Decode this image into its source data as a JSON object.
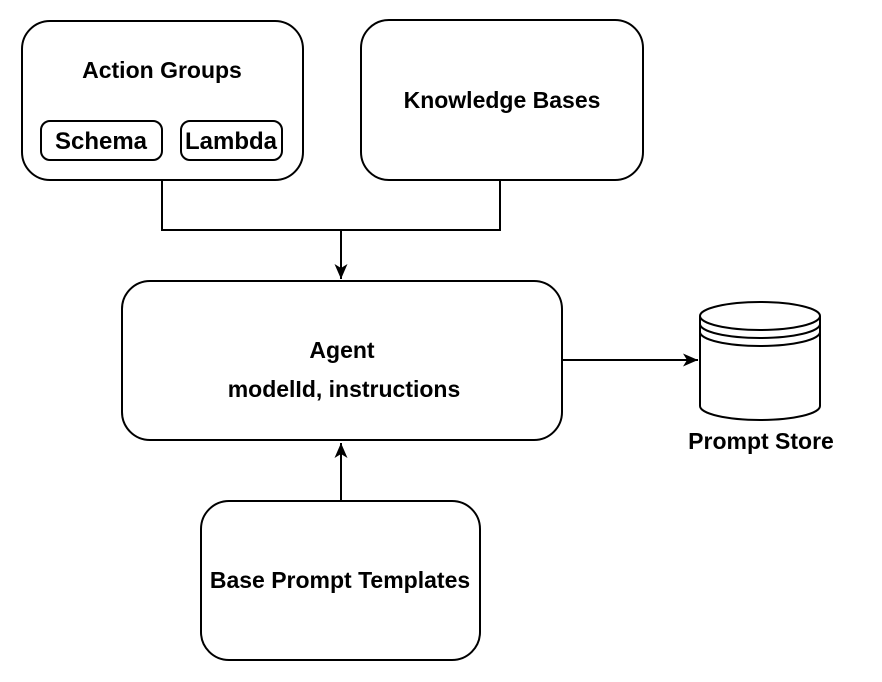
{
  "diagram": {
    "colors": {
      "background": "#ffffff",
      "stroke": "#000000",
      "text": "#000000"
    },
    "nodes": {
      "action_groups": {
        "label": "Action Groups",
        "children": {
          "schema": {
            "label": "Schema"
          },
          "lambda": {
            "label": "Lambda"
          }
        }
      },
      "knowledge_bases": {
        "label": "Knowledge Bases"
      },
      "agent": {
        "title": "Agent",
        "subtitle": "modelId, instructions"
      },
      "base_prompt_templates": {
        "label": "Base Prompt Templates"
      },
      "prompt_store": {
        "label": "Prompt Store",
        "shape": "database-cylinder"
      }
    },
    "edges": [
      {
        "from": "action_groups",
        "to": "agent",
        "style": "arrow"
      },
      {
        "from": "knowledge_bases",
        "to": "agent",
        "style": "arrow"
      },
      {
        "from": "base_prompt_templates",
        "to": "agent",
        "style": "arrow"
      },
      {
        "from": "agent",
        "to": "prompt_store",
        "style": "arrow"
      }
    ]
  }
}
